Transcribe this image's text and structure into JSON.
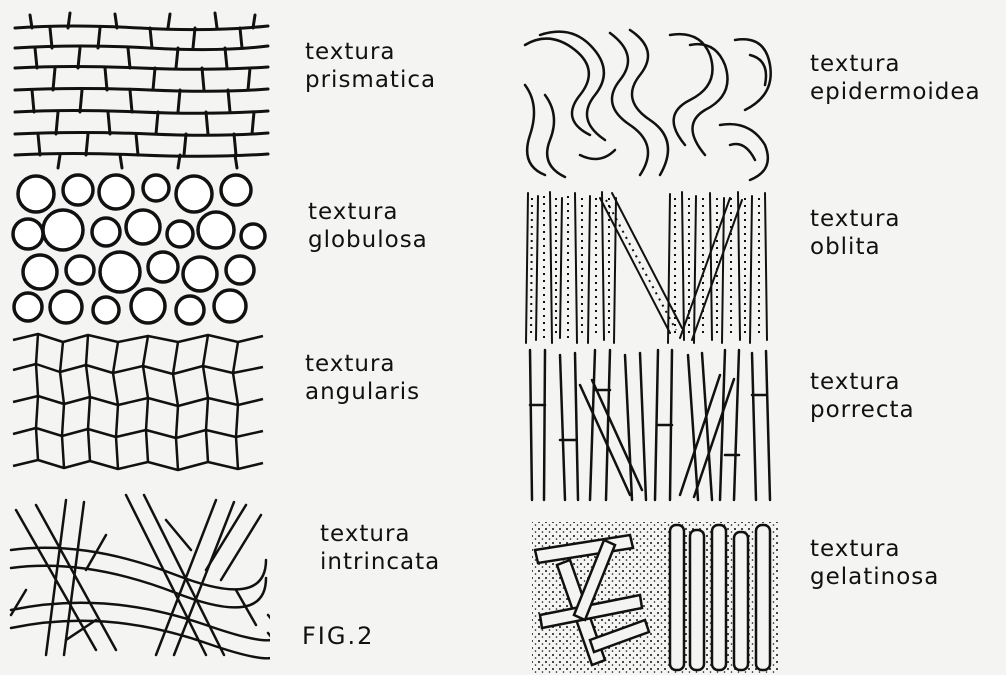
{
  "figure": {
    "caption": "FIG.2"
  },
  "panels": [
    {
      "id": "prismatica",
      "line1": "textura",
      "line2": "prismatica"
    },
    {
      "id": "globulosa",
      "line1": "textura",
      "line2": "globulosa"
    },
    {
      "id": "angularis",
      "line1": "textura",
      "line2": "angularis"
    },
    {
      "id": "intricata",
      "line1": "textura",
      "line2": "intrincata"
    },
    {
      "id": "epidermoidea",
      "line1": "textura",
      "line2": "epidermoidea"
    },
    {
      "id": "oblita",
      "line1": "textura",
      "line2": "oblita"
    },
    {
      "id": "porrecta",
      "line1": "textura",
      "line2": "porrecta"
    },
    {
      "id": "gelatinosa",
      "line1": "textura",
      "line2": "gelatinosa"
    }
  ]
}
